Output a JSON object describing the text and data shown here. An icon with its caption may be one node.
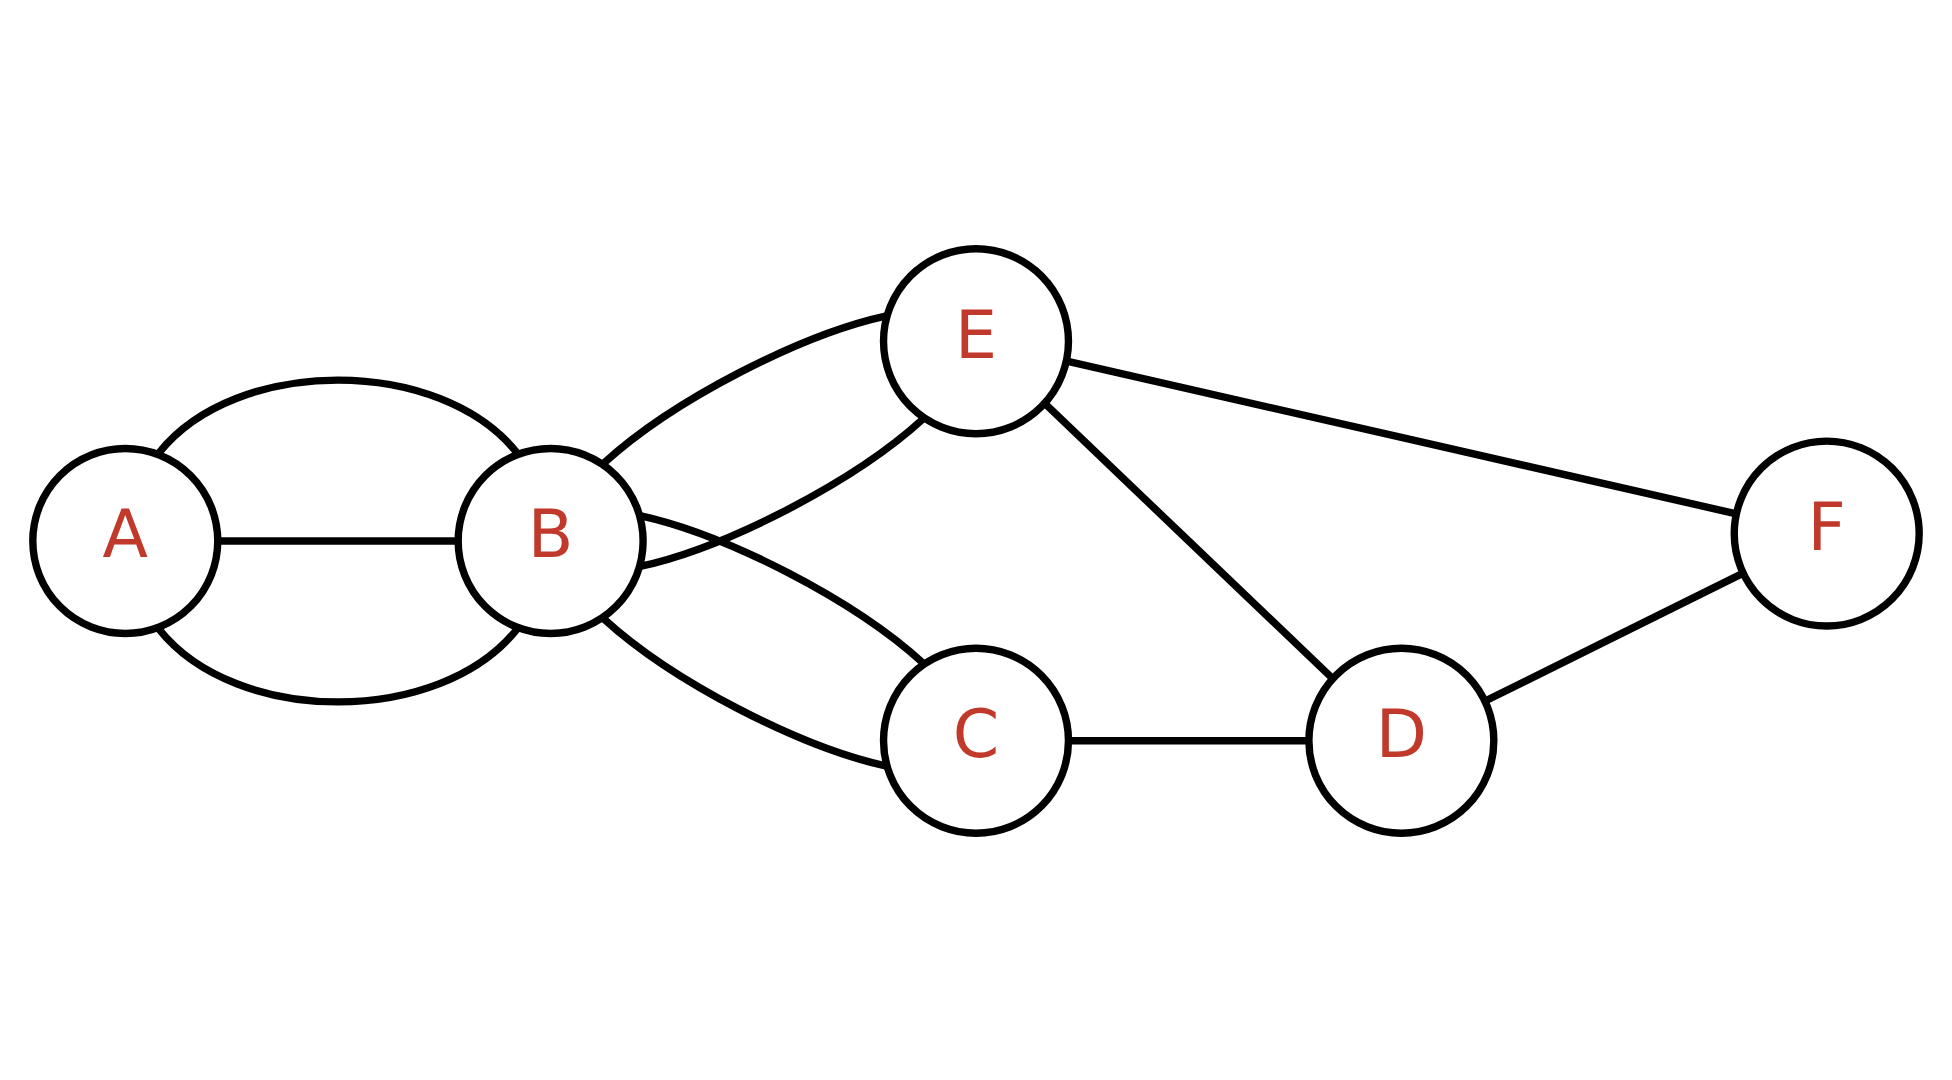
{
  "diagram": {
    "nodes": [
      {
        "text": [
          "A"
        ]
      },
      {
        "text": [
          "B"
        ]
      },
      {
        "text": [
          "E"
        ]
      },
      {
        "text": [
          "F"
        ]
      },
      {
        "text": [
          "C"
        ]
      },
      {
        "text": [
          "D"
        ]
      }
    ],
    "edges": [
      {
        "from": 0,
        "to": 1,
        "arrow": "none"
      },
      {
        "from": 0,
        "to": 1,
        "arrow": "none"
      },
      {
        "from": 0,
        "to": 1,
        "arrow": "none"
      },
      {
        "from": 1,
        "to": 2,
        "arrow": "none"
      },
      {
        "from": 1,
        "to": 2,
        "arrow": "none"
      },
      {
        "from": 1,
        "to": 4,
        "arrow": "none"
      },
      {
        "from": 1,
        "to": 4,
        "arrow": "none"
      },
      {
        "from": 2,
        "to": 5,
        "arrow": "none"
      },
      {
        "from": 2,
        "to": 3,
        "arrow": "none"
      },
      {
        "from": 4,
        "to": 5,
        "arrow": "none"
      },
      {
        "from": 5,
        "to": 3,
        "arrow": "none"
      }
    ]
  }
}
